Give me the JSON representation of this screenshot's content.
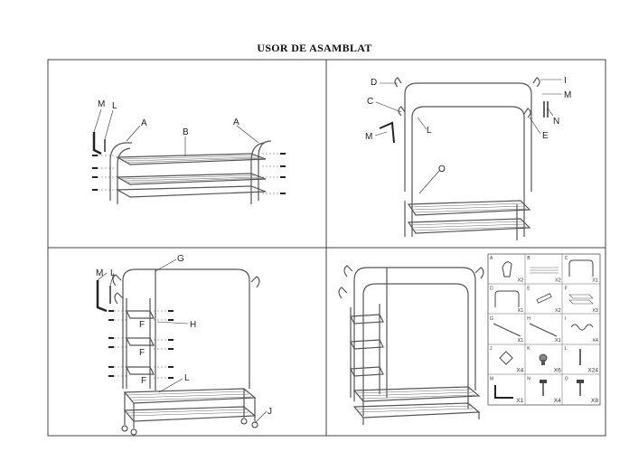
{
  "title": "USOR DE ASAMBLAT",
  "labels": {
    "p1": [
      "M",
      "L",
      "A",
      "B",
      "A"
    ],
    "p2": [
      "D",
      "I",
      "C",
      "M",
      "L",
      "M",
      "N",
      "E",
      "O"
    ],
    "p3": [
      "M",
      "L",
      "G",
      "H",
      "F",
      "F",
      "F",
      "L",
      "J"
    ]
  },
  "parts": [
    {
      "id": "A",
      "qty": "X2"
    },
    {
      "id": "B",
      "qty": "X2"
    },
    {
      "id": "C",
      "qty": "X1"
    },
    {
      "id": "D",
      "qty": "X1"
    },
    {
      "id": "E",
      "qty": "X2"
    },
    {
      "id": "F",
      "qty": "X3"
    },
    {
      "id": "G",
      "qty": "X1"
    },
    {
      "id": "H",
      "qty": "X1"
    },
    {
      "id": "I",
      "qty": "X4"
    },
    {
      "id": "J",
      "qty": "X4"
    },
    {
      "id": "K",
      "qty": "X6"
    },
    {
      "id": "L",
      "qty": "X24"
    },
    {
      "id": "M",
      "qty": "X1"
    },
    {
      "id": "N",
      "qty": "X4"
    },
    {
      "id": "O",
      "qty": "X8"
    }
  ]
}
